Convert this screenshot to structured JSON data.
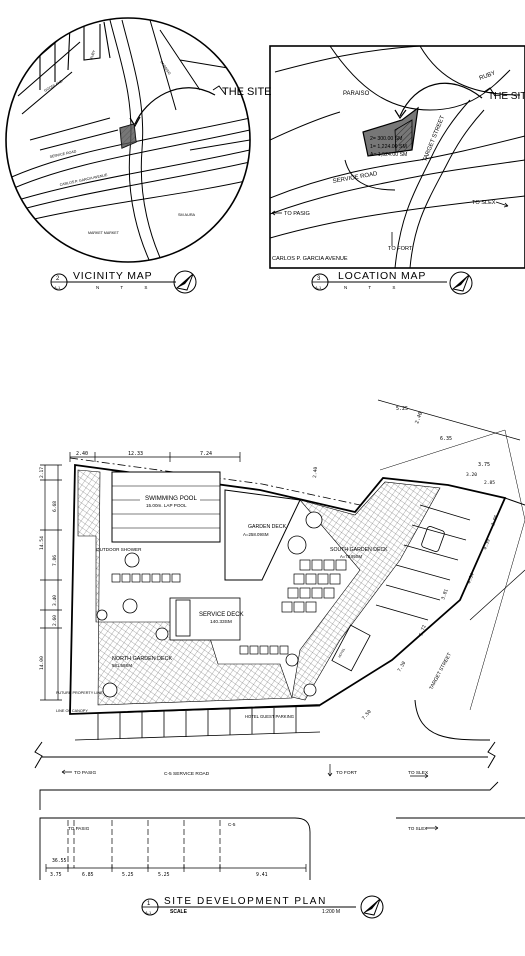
{
  "vicinity_map": {
    "site_callout": "THE SITE",
    "streets": [
      "GOODLAND",
      "RUBY",
      "PARAISO",
      "SERVICE ROAD",
      "CARLOS P. GARCIA AVENUE",
      "SM AURA",
      "MARKET MARKET"
    ],
    "title_block": {
      "number": "2",
      "sheet": "A-1",
      "title": "VICINITY MAP",
      "scale_note": "N T S"
    }
  },
  "location_map": {
    "site_callout": "THE SITE",
    "labels": {
      "paraiso": "PARAISO",
      "ruby": "RUBY",
      "target_street": "TARGET STREET",
      "service_road": "SERVICE ROAD",
      "to_pasig": "TO PASIG",
      "to_slex": "TO SLEX",
      "to_fort": "TO FORT",
      "avenue": "CARLOS P. GARCIA AVENUE"
    },
    "area_lines": [
      "2= 300.00 SM",
      "1= 1,224.00 SM",
      "A= 1,524.00 SM"
    ],
    "title_block": {
      "number": "3",
      "sheet": "A-1",
      "title": "LOCATION MAP",
      "scale_note": "N T S"
    }
  },
  "site_plan": {
    "top_dims": [
      "2.40",
      "12.33",
      "7.24"
    ],
    "right_dims": [
      "5.25",
      "2.40",
      "6.35",
      "3.75",
      "3.20",
      "2.85",
      "3.96",
      "4.39",
      "4.34",
      "3.81",
      "5.72",
      "7.30",
      "7.50"
    ],
    "left_dims": [
      "2.17",
      "6.68",
      "14.54",
      "7.86",
      "3.40",
      "2.60",
      "14.00"
    ],
    "areas": [
      {
        "name": "SWIMMING POOL",
        "sub": "15.00m. LAP POOL"
      },
      {
        "name": "GARDEN DECK",
        "sub": "A=258.09SM"
      },
      {
        "name": "SOUTH GARDEN DECK",
        "sub": "A=73.95SM"
      },
      {
        "name": "SERVICE DECK",
        "sub": "140.33SM"
      },
      {
        "name": "NORTH GARDEN DECK",
        "sub": "581.59SM"
      },
      {
        "name": "OUTDOOR SHOWER",
        "sub": ""
      }
    ],
    "misc_labels": [
      "FUTURE PROPERTY LINE",
      "LINE OF CANOPY",
      "HOTEL GUEST PARKING",
      "TARGET STREET"
    ],
    "road": {
      "to_pasig": "TO PASIG",
      "service_road": "C-5 SERVICE ROAD",
      "to_fort": "TO FORT",
      "to_slex": "TO SLEX",
      "c5": "C-5"
    },
    "bottom_dims": [
      "3.75",
      "6.85",
      "5.25",
      "5.25",
      "9.41"
    ],
    "small_dim": "36.55",
    "title_block": {
      "number": "1",
      "sheet": "A-1",
      "title": "SITE DEVELOPMENT PLAN",
      "scale_label": "SCALE",
      "scale_value": "1:200 M"
    }
  }
}
